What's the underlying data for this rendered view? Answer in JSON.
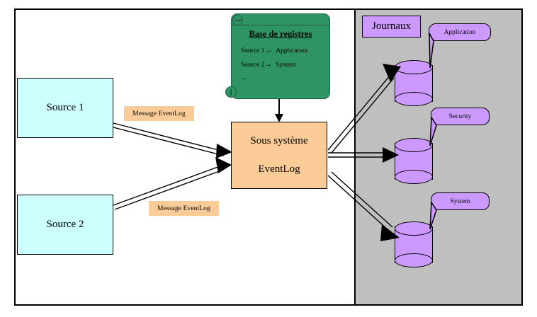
{
  "diagram": {
    "title": "EventLog subsystem diagram",
    "colors": {
      "source_fill": "#ccffff",
      "eventlog_fill": "#fbcb98",
      "registry_fill": "#2e9463",
      "journal_fill": "#cc99ff",
      "panel_fill": "#bfbfbf",
      "outline": "#000000"
    }
  },
  "sources": [
    {
      "label": "Source 1"
    },
    {
      "label": "Source 2"
    }
  ],
  "message_labels": [
    {
      "text": "Message EventLog"
    },
    {
      "text": "Message EventLog"
    }
  ],
  "registry": {
    "title": "Base de registres",
    "lines": [
      {
        "source": "Source 1",
        "arrow": "→",
        "target": "Application"
      },
      {
        "source": "Source 2",
        "arrow": "→",
        "target": "System"
      }
    ],
    "ellipsis": "..."
  },
  "subsystem": {
    "line1": "Sous système",
    "line2": "EventLog"
  },
  "journaux": {
    "title": "Journaux",
    "logs": [
      {
        "name": "Application"
      },
      {
        "name": "Security"
      },
      {
        "name": "System"
      }
    ]
  }
}
